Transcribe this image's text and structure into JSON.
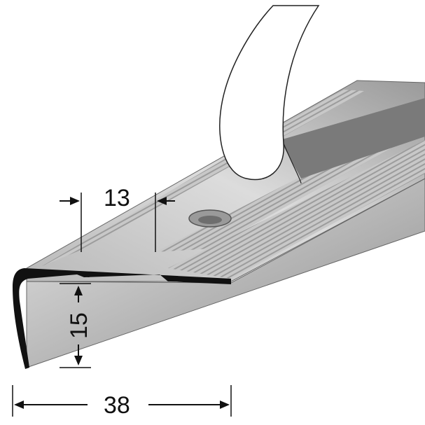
{
  "diagram": {
    "dimensions": {
      "groove_width": "13",
      "height": "15",
      "width": "38"
    },
    "colors": {
      "profile_dark": "#8a8a8a",
      "profile_light": "#d4d4d4",
      "section_black": "#111111",
      "tape": "#ffffff"
    }
  }
}
